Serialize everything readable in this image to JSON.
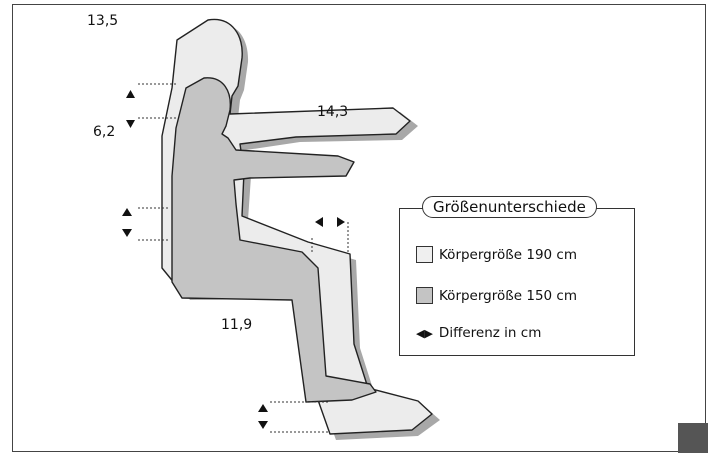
{
  "labels": {
    "head": "13,5",
    "shoulder": "6,2",
    "arm": "14,3",
    "thigh": "11,9"
  },
  "legend": {
    "title": "Größenunterschiede",
    "items": [
      {
        "label": "Körpergröße 190 cm",
        "swatch": "light",
        "color": "#efefef"
      },
      {
        "label": "Körpergröße 150 cm",
        "swatch": "dark",
        "color": "#c4c4c4"
      },
      {
        "label": "Differenz in cm",
        "swatch": "arrows",
        "color": "#111111"
      }
    ]
  },
  "colors": {
    "tall_figure": "#ececec",
    "short_figure": "#c4c4c4",
    "shadow": "#a8a8a8",
    "outline": "#222222"
  }
}
